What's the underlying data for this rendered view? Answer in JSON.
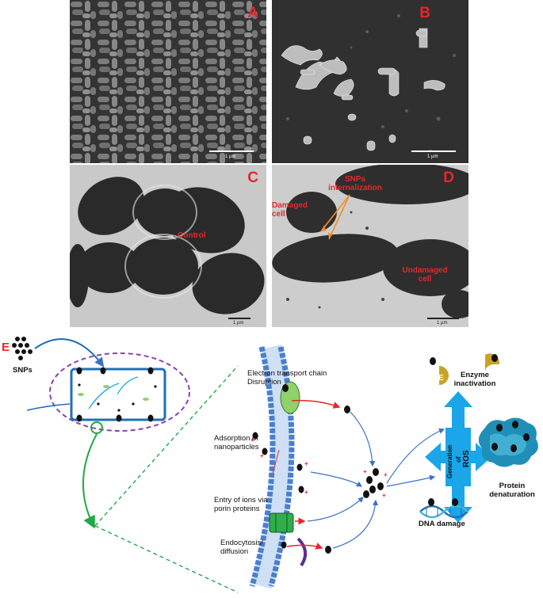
{
  "panels": {
    "a": {
      "letter": "A",
      "scale": "1 µm"
    },
    "b": {
      "letter": "B",
      "scale": "1 µm"
    },
    "c": {
      "letter": "C",
      "scale": "1 µm",
      "label": "Control"
    },
    "d": {
      "letter": "D",
      "scale": "1 µm",
      "internalization": "SNPs internalization",
      "damaged": "Damaged cell",
      "undamaged": "Undamaged cell"
    }
  },
  "diagram": {
    "panel_letter": "E",
    "snps": "SNPs",
    "etc": "Electron transport chain Disruption",
    "adsorption": "Adsorption of nanoparticles",
    "ions": "Entry of ions via porin proteins",
    "endo": "Endocytosis/ diffusion",
    "enzyme": "Enzyme inactivation",
    "enzyme_letter": "E",
    "ros_generation": "Generation",
    "ros_of": "of",
    "ros": "ROS",
    "protein": "Protein denaturation",
    "dna": "DNA damage"
  },
  "colors": {
    "panel_label": "#e8262a",
    "membrane": "#4a7fd0",
    "ros_cross": "#1aa6e8",
    "cell_border": "#1f6fb5",
    "outer_dash": "#8e3fb0",
    "green_line": "#22a845"
  }
}
